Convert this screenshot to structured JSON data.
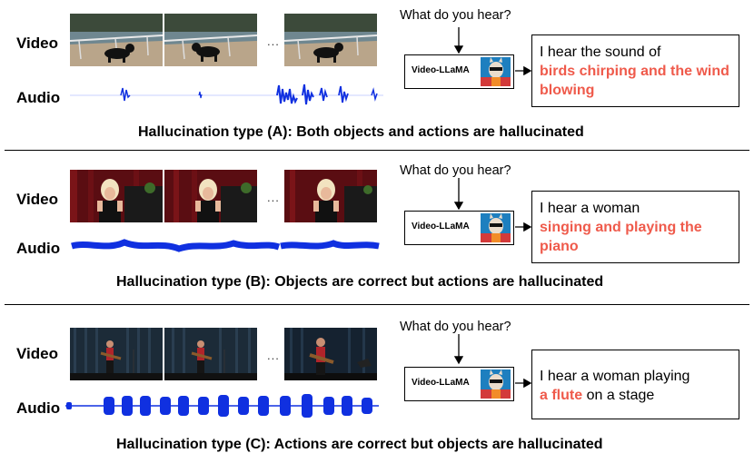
{
  "labels": {
    "video": "Video",
    "audio": "Audio",
    "ellipsis": "..."
  },
  "question": "What do you hear?",
  "model_name": "Video-LLaMA",
  "accent_color": "#ef5a4b",
  "panels": [
    {
      "id": "A",
      "response_plain": "I hear the sound of",
      "response_highlight": "birds chirping and the wind blowing",
      "response_tail": "",
      "caption": "Hallucination type (A): Both objects and actions are hallucinated"
    },
    {
      "id": "B",
      "response_plain": "I hear a woman",
      "response_highlight": "singing and playing the piano",
      "response_tail": "",
      "caption": "Hallucination type (B): Objects are correct but actions are hallucinated"
    },
    {
      "id": "C",
      "response_plain": "I hear a woman playing",
      "response_highlight": "a flute",
      "response_tail": "on a stage",
      "caption": "Hallucination type (C): Actions are correct but objects are hallucinated"
    }
  ]
}
